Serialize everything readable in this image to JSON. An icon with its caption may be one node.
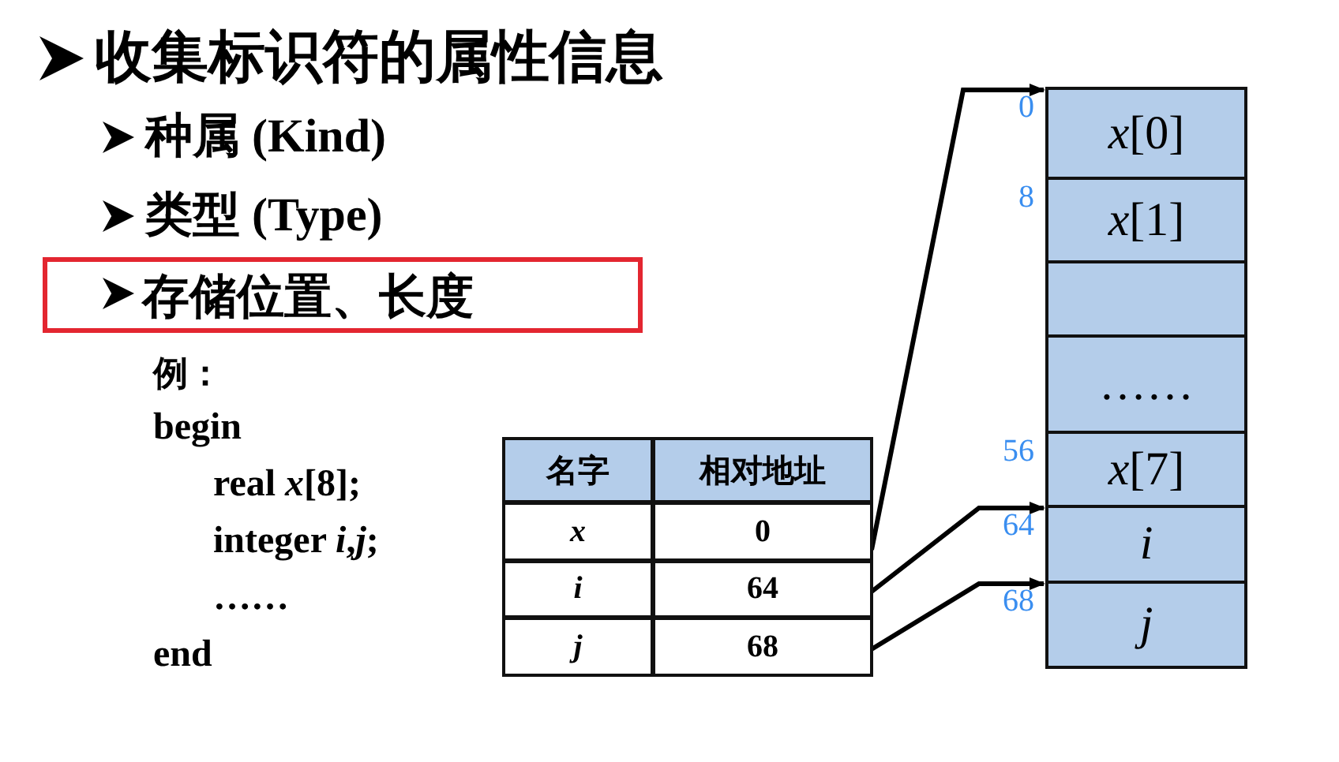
{
  "diagram": {
    "nodes": [
      {
        "text": [
          "存储位置、长度"
        ]
      },
      {
        "text": [
          "名字",
          "相对地址"
        ]
      },
      {
        "text": [
          "*x*",
          "0"
        ]
      },
      {
        "text": [
          "*i*",
          "64"
        ]
      },
      {
        "text": [
          "*j*",
          "68"
        ]
      },
      {
        "text": [
          "*x*[0]"
        ],
        "beside": [
          "0"
        ]
      },
      {
        "text": [
          "*x*[1]"
        ],
        "beside": [
          "8"
        ]
      },
      {
        "text": [],
        "shape": "box"
      },
      {
        "text": [
          "……"
        ]
      },
      {
        "text": [
          "*x*[7]"
        ],
        "beside": [
          "56"
        ]
      },
      {
        "text": [
          "*i*"
        ],
        "beside": [
          "64"
        ]
      },
      {
        "text": [
          "*j*"
        ],
        "beside": [
          "68"
        ]
      }
    ],
    "edges": [
      {
        "from": 2,
        "to": 5,
        "arrow": "to"
      },
      {
        "from": 3,
        "to": 10,
        "arrow": "to"
      },
      {
        "from": 4,
        "to": 11,
        "arrow": "to"
      }
    ],
    "labels": [
      "收集标识符的属性信息",
      "种属 (Kind)",
      "类型 (Type)",
      "例：",
      "begin",
      "real *x*[8];",
      "integer *i*,*j*;",
      "……",
      "end"
    ]
  }
}
